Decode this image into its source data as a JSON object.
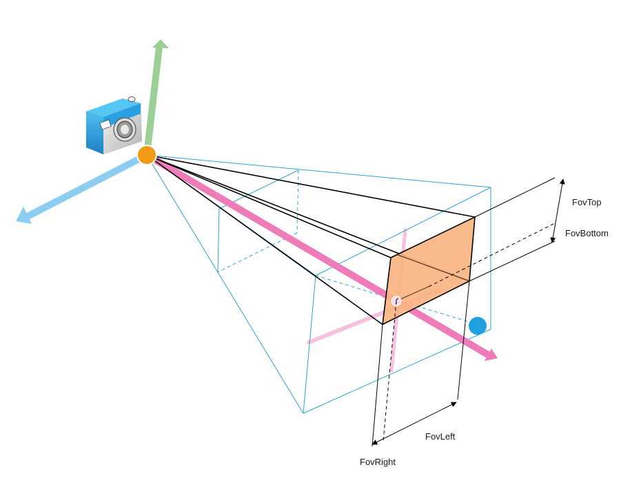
{
  "labels": {
    "fov_top": "FovTop",
    "fov_bottom": "FovBottom",
    "fov_left": "FovLeft",
    "fov_right": "FovRight"
  },
  "colors": {
    "up_axis": "#9ccf96",
    "side_axis": "#8ccdf2",
    "forward_axis": "#ee7cb8",
    "forward_axis_light": "#f5c1de",
    "frustum_edge": "#2aa3d4",
    "projection_edge": "#000000",
    "fov_plane_fill": "#f8b482",
    "fov_plane_stroke": "#7a4a2a",
    "camera_origin": "#f19a14",
    "target_point": "#1fa0e3",
    "camera_body": "#29a6e8"
  },
  "icons": {
    "camera": "camera-icon"
  }
}
